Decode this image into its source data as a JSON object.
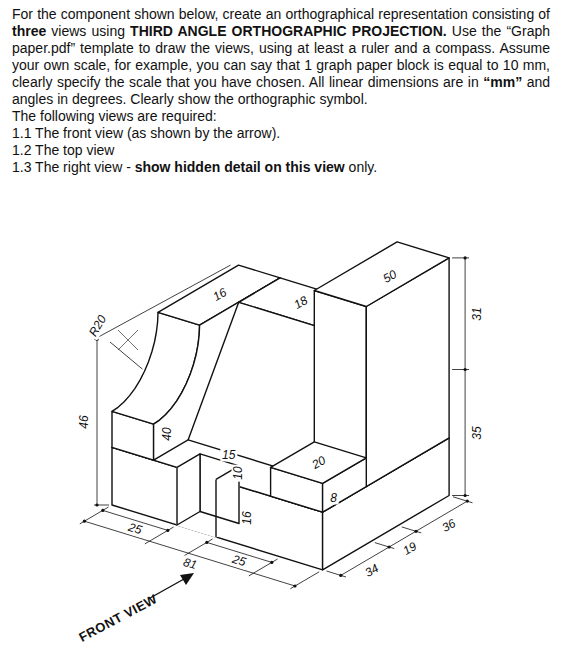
{
  "diagram": {
    "labels": [
      "For the component shown below, create an orthographical representation consisting of",
      "three",
      "views using",
      "THIRD ANGLE ORTHOGRAPHIC PROJECTION.",
      "Use the “Graph paper.pdf” template to draw the views, using at least a ruler and a compass. Assume your own scale, for example, you can say that 1 graph paper block is equal to 10 mm, clearly specify the scale that you have chosen. All linear dimensions are in",
      "“mm”",
      "and angles in degrees. Clearly show the orthographic symbol.",
      "The following views are required:",
      "1.1 The front view (as shown by the arrow).",
      "1.2 The top view",
      "1.3 The right view -",
      "show hidden detail on this view",
      "only.",
      "R20",
      "16",
      "18",
      "50",
      "46",
      "40",
      "31",
      "35",
      "15",
      "8",
      "20",
      "25",
      "10",
      "16",
      "81",
      "25",
      "34",
      "19",
      "36",
      "FRONT VIEW"
    ]
  }
}
